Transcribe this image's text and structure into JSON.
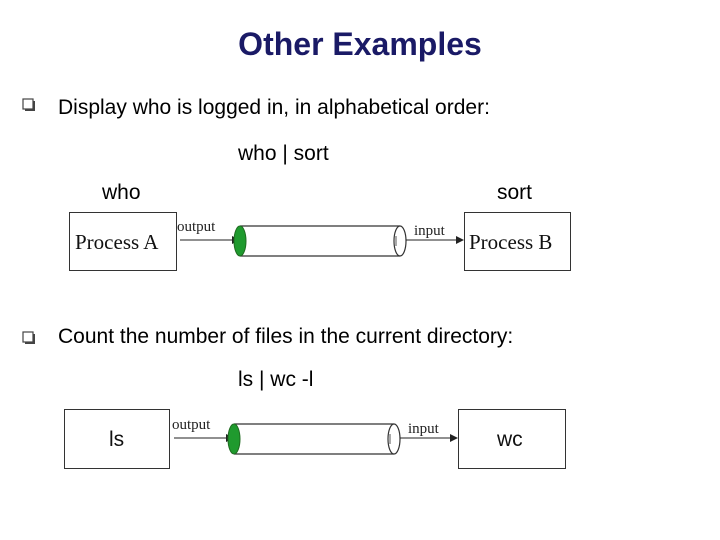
{
  "title": "Other Examples",
  "example1": {
    "bullet_text": "Display who is logged in, in alphabetical order:",
    "command": "who | sort",
    "left_label": "who",
    "right_label": "sort",
    "left_box": "Process A",
    "right_box": "Process B",
    "output_label": "output",
    "input_label": "input"
  },
  "example2": {
    "bullet_text": "Count the number of files in the current directory:",
    "command": "ls | wc -l",
    "left_box": "ls",
    "right_box": "wc",
    "output_label": "output",
    "input_label": "input"
  },
  "colors": {
    "title": "#1a1a66",
    "pipe_end": "#1f9a2e"
  }
}
